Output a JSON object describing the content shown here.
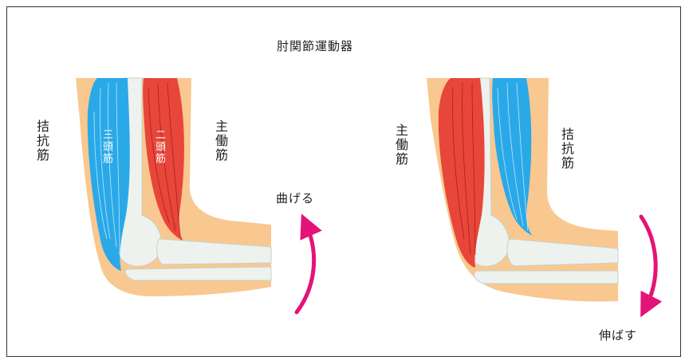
{
  "title": "肘関節運動器",
  "left_panel": {
    "antagonist_label": "拮抗筋",
    "agonist_label": "主働筋",
    "triceps_label": "三頭筋",
    "biceps_label": "二頭筋",
    "action_label": "曲げる"
  },
  "right_panel": {
    "agonist_label": "主働筋",
    "antagonist_label": "拮抗筋",
    "action_label": "伸ばす"
  },
  "colors": {
    "skin": "#f8c890",
    "triceps": "#2aa9e8",
    "biceps": "#e8463a",
    "bone": "#eef2ee",
    "arrow": "#e4137a"
  }
}
